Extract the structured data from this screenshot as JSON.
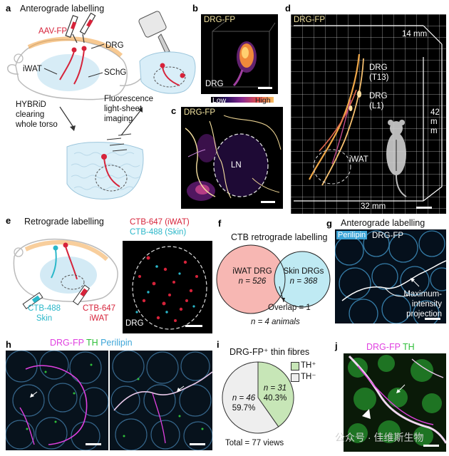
{
  "colors": {
    "aav": "#d6233a",
    "ctb647": "#d6233a",
    "ctb488": "#2ab7c9",
    "drg_fp": "#e040e0",
    "th": "#2fbf3a",
    "perilipin": "#3ea6d8",
    "venn_left": "#f7b7b3",
    "venn_right": "#bfeaf3",
    "pie_th_pos": "#c7e6b7",
    "pie_th_neg": "#eeeeee"
  },
  "panel_a": {
    "letter": "a",
    "title": "Anterograde labelling",
    "aav_fp": "AAV-FP",
    "drg": "DRG",
    "iwat": "iWAT",
    "schg": "SChG",
    "hybrid_1": "HYBRiD",
    "hybrid_2": "clearing",
    "hybrid_3": "whole torso",
    "fluor_1": "Fluorescence",
    "fluor_2": "light-sheet",
    "fluor_3": "imaging"
  },
  "panel_b": {
    "letter": "b",
    "title": "DRG-FP",
    "drg": "DRG",
    "cbar_low": "Low",
    "cbar_high": "High"
  },
  "panel_c": {
    "letter": "c",
    "title": "DRG-FP",
    "ln": "LN"
  },
  "panel_d": {
    "letter": "d",
    "title": "DRG-FP",
    "dim_top": "14 mm",
    "dim_right": "42 mm",
    "dim_bottom": "32 mm",
    "drg_t13_1": "DRG",
    "drg_t13_2": "(T13)",
    "drg_l1_1": "DRG",
    "drg_l1_2": "(L1)",
    "iwat": "iWAT"
  },
  "panel_e": {
    "letter": "e",
    "title": "Retrograde labelling",
    "ctb647_iwat": "CTB-647 (iWAT)",
    "ctb488_skin": "CTB-488 (Skin)",
    "ctb488": "CTB-488",
    "skin": "Skin",
    "ctb647": "CTB-647",
    "iwat": "iWAT",
    "drg": "DRG"
  },
  "panel_f": {
    "letter": "f",
    "title": "CTB retrograde labelling",
    "left_label": "iWAT DRG",
    "left_n": "n = 526",
    "right_label": "Skin DRGs",
    "right_n": "n = 368",
    "overlap": "Overlap = 1",
    "animals": "n = 4 animals"
  },
  "panel_g": {
    "letter": "g",
    "title": "Anterograde labelling",
    "perilipin": "Perilipin",
    "drg_fp": "DRG-FP",
    "mip_1": "Maximum-",
    "mip_2": "intensity",
    "mip_3": "projection"
  },
  "panel_h": {
    "letter": "h",
    "drg_fp": "DRG-FP",
    "th": "TH",
    "perilipin": "Perilipin"
  },
  "panel_i": {
    "letter": "i",
    "title": "DRG-FP⁺ thin fibres",
    "legend_pos": "TH⁺",
    "legend_neg": "TH⁻",
    "neg_n": "n = 46",
    "neg_pct": "59.7%",
    "pos_n": "n = 31",
    "pos_pct": "40.3%",
    "total": "Total = 77 views"
  },
  "panel_j": {
    "letter": "j",
    "drg_fp": "DRG-FP",
    "th": "TH"
  },
  "watermark": "公众号 · 佳维斯生物",
  "chart_data": {
    "type": "pie",
    "title": "DRG-FP⁺ thin fibres",
    "categories": [
      "TH⁺",
      "TH⁻"
    ],
    "values": [
      31,
      46
    ],
    "percentages": [
      40.3,
      59.7
    ],
    "total": 77
  }
}
